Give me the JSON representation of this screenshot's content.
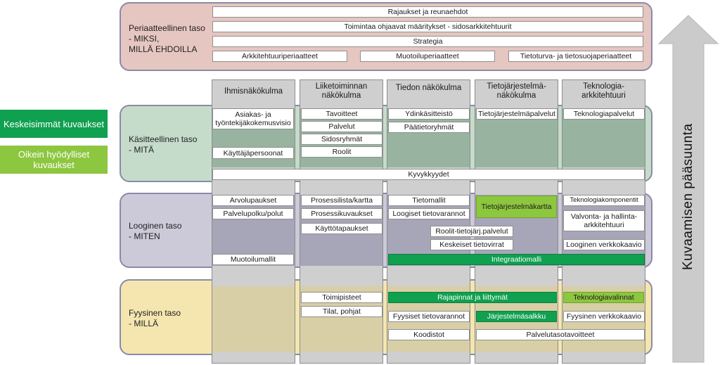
{
  "legend": {
    "primary": "Keskeisimmät kuvaukset",
    "secondary": "Oikein hyödylliset kuvaukset",
    "colors": {
      "primary": "#0fa050",
      "secondary": "#8dc63f"
    }
  },
  "arrow_label": "Kuvaamisen pääsuunta",
  "bands": {
    "principles": "Periaatteellinen taso\n- MIKSI,\nMILLÄ EHDOILLA",
    "conceptual": "Käsitteellinen taso\n- MITÄ",
    "logical": "Looginen taso\n- MITEN",
    "physical": "Fyysinen taso\n- MILLÄ"
  },
  "principles": {
    "row1": "Rajaukset ja reunaehdot",
    "row2": "Toimintaa ohjaavat määritykset - sidosarkkitehtuurit",
    "row3": "Strategia",
    "row4": [
      "Arkkitehtuuriperiaatteet",
      "Muotoiluperiaatteet",
      "Tietoturva- ja tietosuojaperiaatteet"
    ]
  },
  "columns": [
    "Ihmisnäkökulma",
    "Liiketoiminnan\nnäkökulma",
    "Tiedon näkökulma",
    "Tietojärjestelmä-\nnäkökulma",
    "Teknologia-\narkkitehtuuri"
  ],
  "conceptual": {
    "human": [
      "Asiakas- ja\ntyöntekijäkokemusvisio",
      "Käyttäjäpersoonat"
    ],
    "business": [
      "Tavoitteet",
      "Palvelut",
      "Sidosryhmät",
      "Roolit"
    ],
    "info": [
      "Ydinkäsitteistö",
      "Päätietoryhmät"
    ],
    "system": [
      "Tietojärjestelmäpalvelut"
    ],
    "tech": [
      "Teknologiapalvelut"
    ],
    "span": "Kyvykkyydet"
  },
  "logical": {
    "human": [
      "Arvolupaukset",
      "Palvelupolku/polut",
      "Muotoilumallit"
    ],
    "business": [
      "Prosessilista/kartta",
      "Prosessikuvaukset",
      "Käyttötapaukset"
    ],
    "info": [
      "Tietomallit",
      "Loogiset tietovarannot"
    ],
    "system": [
      "Tietojärjestelmäkartta"
    ],
    "shared": [
      "Roolit-tietojärj.palvelut",
      "Keskeiset tietovirrat"
    ],
    "tech": [
      "Teknologiakomponentit",
      "Valvonta- ja hallinta-\narkkitehtuuri",
      "Looginen verkkokaavio"
    ],
    "span": "Integraatiomalli"
  },
  "physical": {
    "business": [
      "Toimipisteet",
      "Tilat, pohjat"
    ],
    "span1": "Rajapinnat ja liittymät",
    "tech1": "Teknologiavalinnat",
    "info": [
      "Fyysiset tietovarannot",
      "Koodistot"
    ],
    "system": "Järjestelmäsalkku",
    "tech2": "Fyysinen verkkokaavio",
    "span2": "Palvelutasotavoitteet"
  }
}
